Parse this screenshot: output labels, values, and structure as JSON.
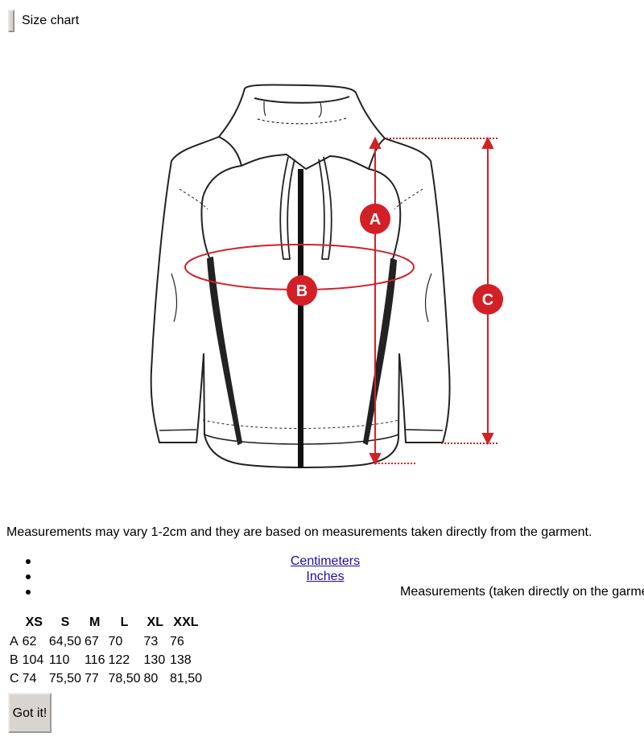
{
  "header": {
    "title": "Size chart"
  },
  "figure": {
    "markers": [
      "A",
      "B",
      "C"
    ]
  },
  "note": "Measurements may vary 1-2cm and they are based on measurements taken directly from the garment.",
  "units": {
    "centimeters": "Centimeters",
    "inches": "Inches",
    "description": "Measurements (taken directly on the garment)"
  },
  "table": {
    "headers": [
      "",
      "XS",
      "S",
      "M",
      "L",
      "XL",
      "XXL"
    ],
    "rows": [
      [
        "A",
        "62",
        "64,50",
        "67",
        "70",
        "73",
        "76"
      ],
      [
        "B",
        "104",
        "110",
        "116",
        "122",
        "130",
        "138"
      ],
      [
        "C",
        "74",
        "75,50",
        "77",
        "78,50",
        "80",
        "81,50"
      ]
    ]
  },
  "dismiss": {
    "label": "Got it!"
  },
  "colors": {
    "accent_red": "#d32027"
  }
}
